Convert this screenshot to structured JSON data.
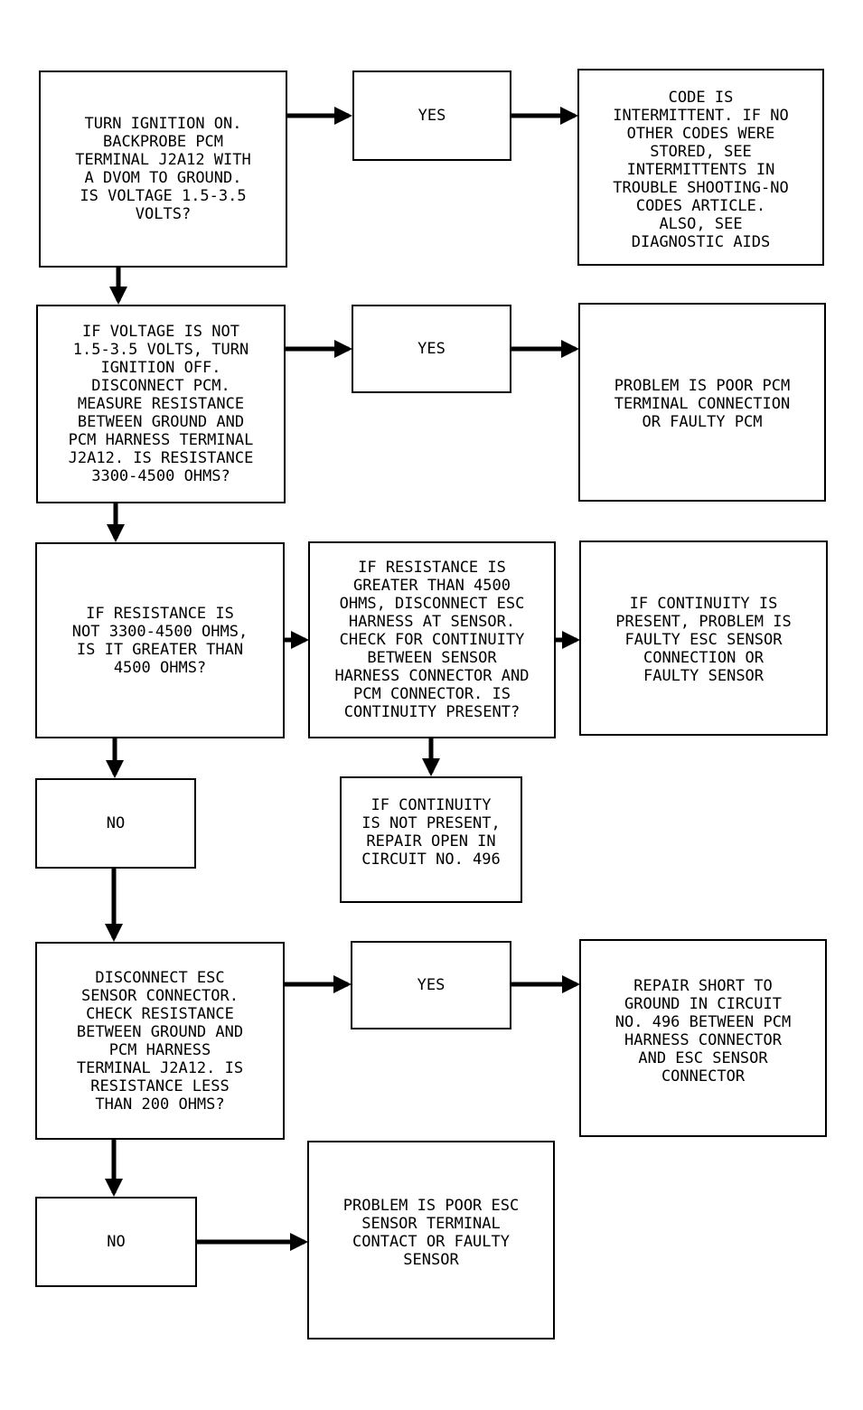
{
  "flowchart": {
    "nodes": {
      "step1": "TURN IGNITION ON.\nBACKPROBE PCM\nTERMINAL J2A12 WITH\nA DVOM TO GROUND.\nIS VOLTAGE 1.5-3.5\nVOLTS?",
      "yes1": "YES",
      "result1": "CODE IS\nINTERMITTENT. IF NO\nOTHER CODES WERE\nSTORED, SEE\nINTERMITTENTS IN\nTROUBLE SHOOTING-NO\nCODES ARTICLE.\nALSO, SEE\nDIAGNOSTIC AIDS",
      "step2": "IF VOLTAGE IS NOT\n1.5-3.5 VOLTS, TURN\nIGNITION OFF.\nDISCONNECT PCM.\nMEASURE RESISTANCE\nBETWEEN GROUND AND\nPCM HARNESS TERMINAL\nJ2A12. IS RESISTANCE\n3300-4500 OHMS?",
      "yes2": "YES",
      "result2": "PROBLEM IS POOR PCM\nTERMINAL CONNECTION\nOR FAULTY PCM",
      "step3": "IF RESISTANCE IS\nNOT 3300-4500 OHMS,\nIS IT GREATER THAN\n4500 OHMS?",
      "step3b": "IF RESISTANCE IS\nGREATER THAN 4500\nOHMS, DISCONNECT ESC\nHARNESS AT SENSOR.\nCHECK FOR CONTINUITY\nBETWEEN SENSOR\nHARNESS CONNECTOR AND\nPCM CONNECTOR. IS\nCONTINUITY PRESENT?",
      "result3": "IF CONTINUITY IS\nPRESENT, PROBLEM IS\nFAULTY ESC SENSOR\nCONNECTION OR\nFAULTY SENSOR",
      "no3": "NO",
      "result3b": "IF CONTINUITY\nIS NOT PRESENT,\nREPAIR OPEN IN\nCIRCUIT NO. 496",
      "step4": "DISCONNECT ESC\nSENSOR CONNECTOR.\nCHECK RESISTANCE\nBETWEEN GROUND AND\nPCM HARNESS\nTERMINAL J2A12. IS\nRESISTANCE LESS\nTHAN 200 OHMS?",
      "yes4": "YES",
      "result4": "REPAIR SHORT TO\nGROUND IN CIRCUIT\nNO. 496 BETWEEN PCM\nHARNESS CONNECTOR\nAND ESC SENSOR\nCONNECTOR",
      "no4": "NO",
      "result5": "PROBLEM IS POOR ESC\nSENSOR TERMINAL\nCONTACT OR FAULTY\nSENSOR"
    }
  }
}
